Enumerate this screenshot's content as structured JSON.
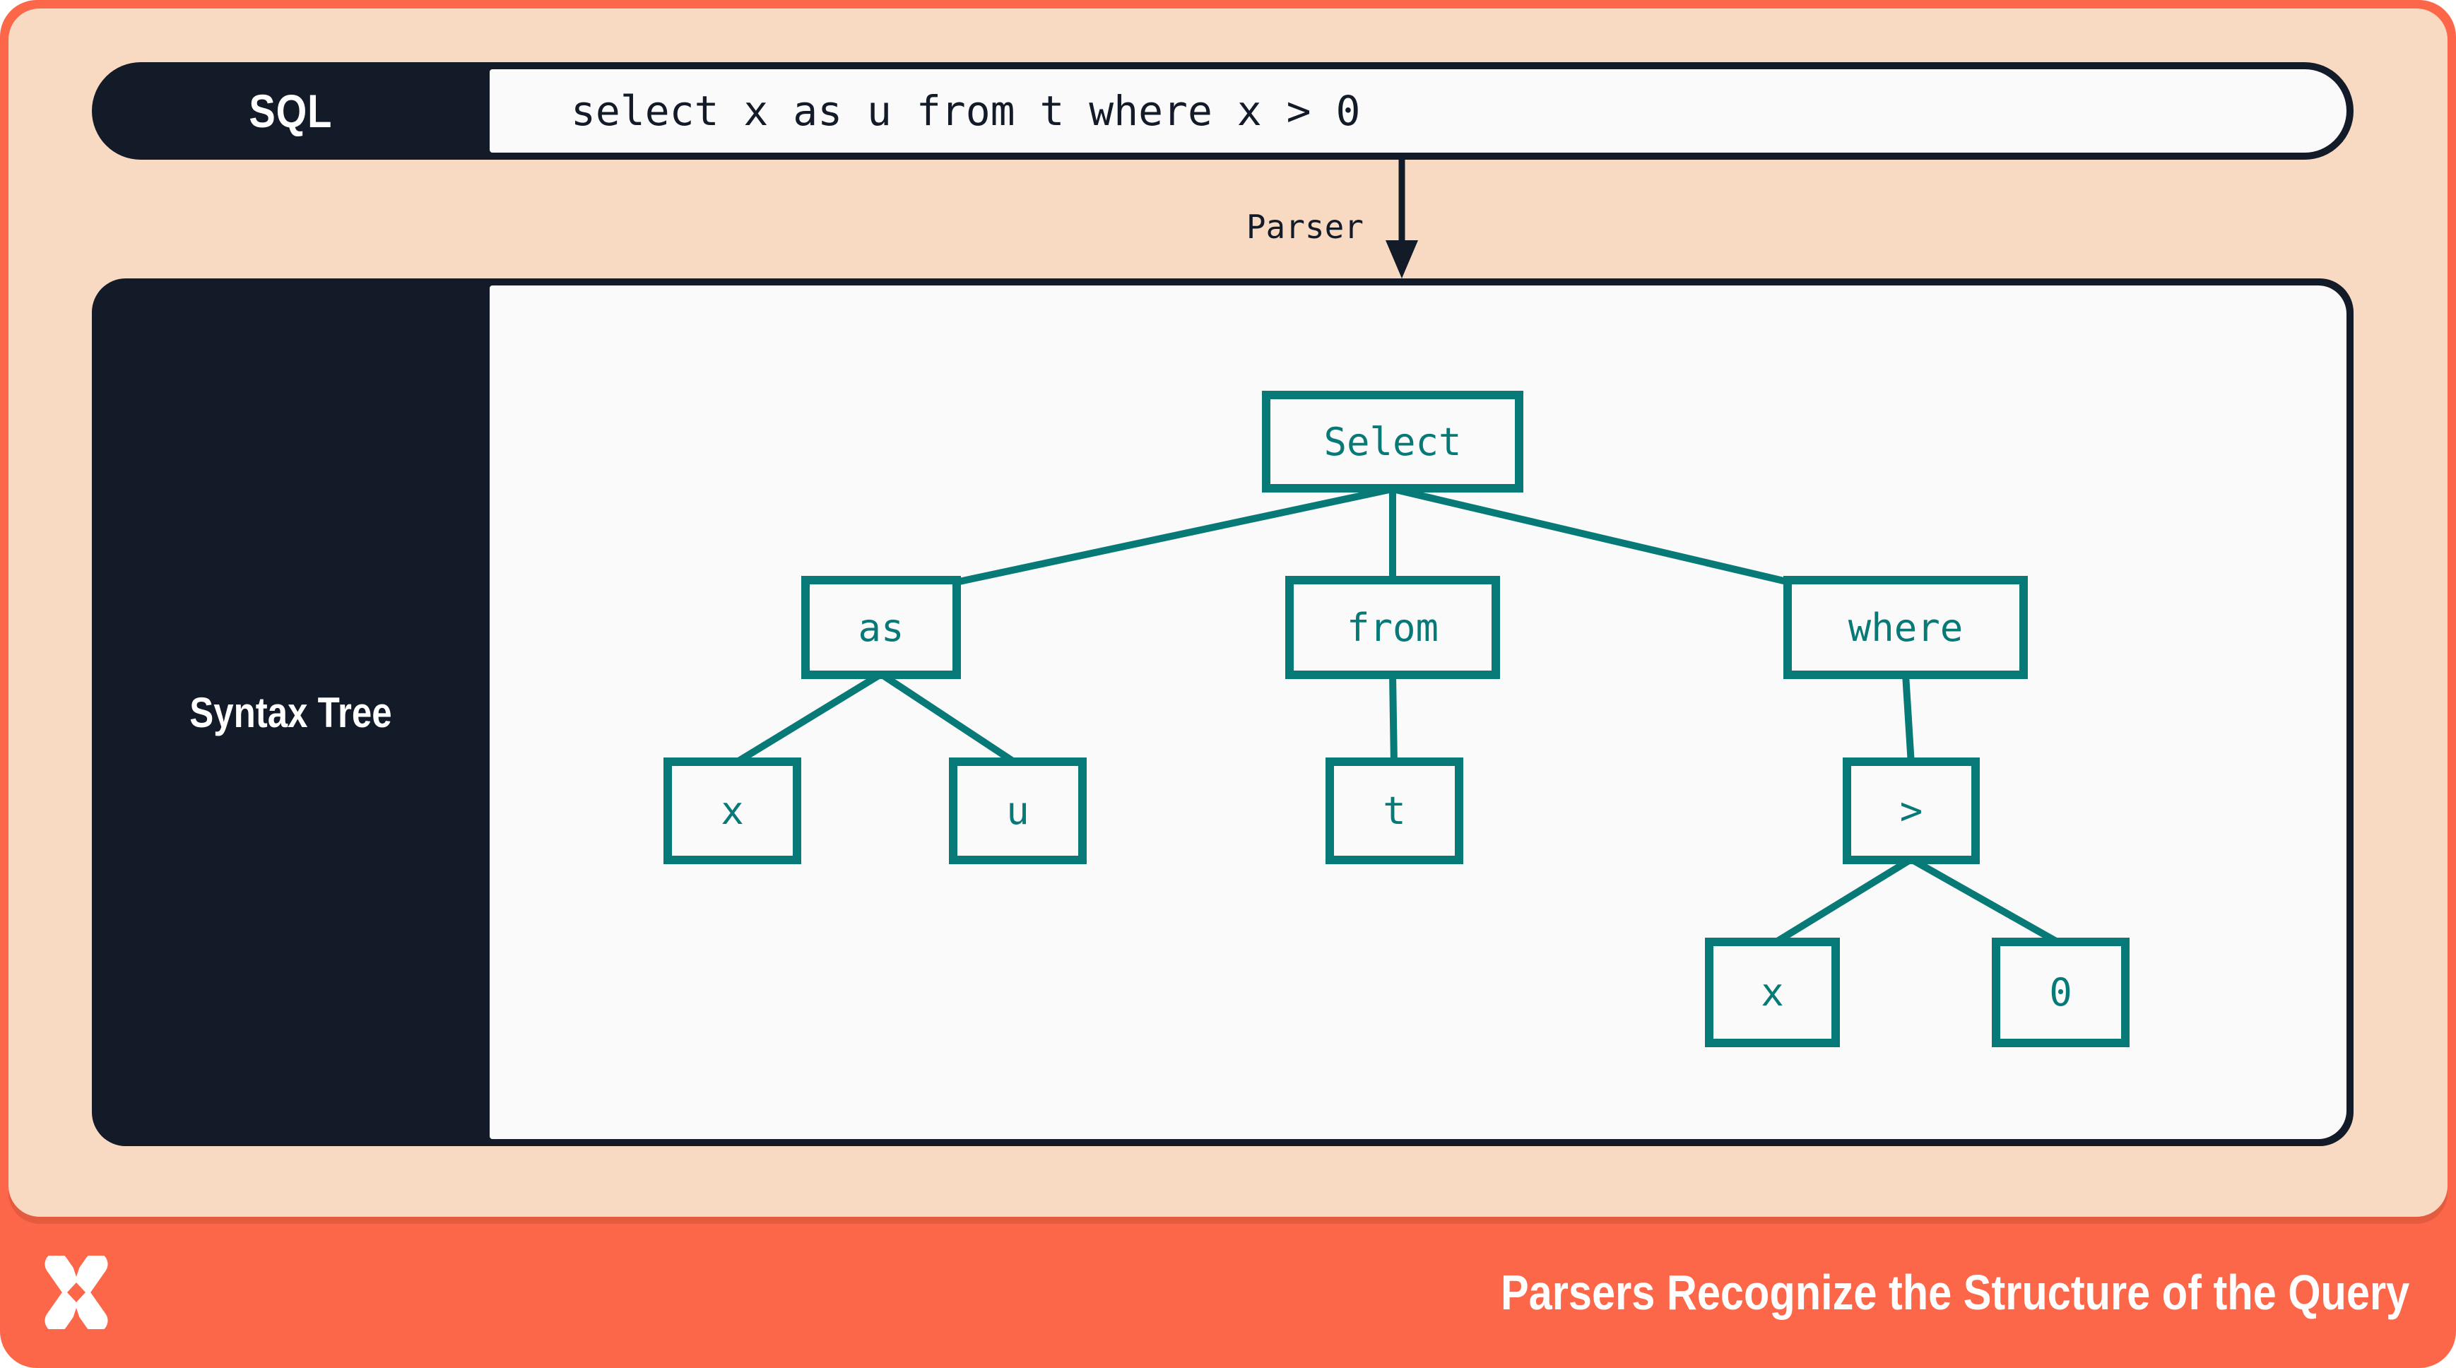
{
  "colors": {
    "orange": "#FD6749",
    "peach": "#F8DAC3",
    "navy": "#131A28",
    "teal": "#077A78",
    "paper": "#FAFAFB"
  },
  "sql_bar": {
    "label": "SQL",
    "query": "select x as u from t where x > 0"
  },
  "parser": {
    "label": "Parser"
  },
  "syntax_tree": {
    "label": "Syntax Tree",
    "nodes": {
      "select": "Select",
      "as": "as",
      "from": "from",
      "where": "where",
      "x1": "x",
      "u": "u",
      "t": "t",
      "gt": ">",
      "x2": "x",
      "zero": "0"
    }
  },
  "footer": {
    "title": "Parsers Recognize the Structure of the Query",
    "logo": "dolt-x-logo"
  }
}
